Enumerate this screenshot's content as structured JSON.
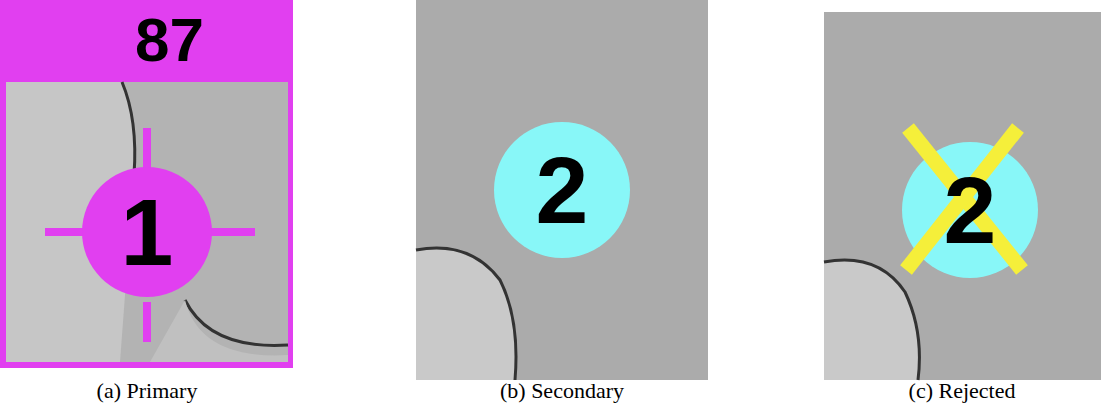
{
  "diagram": {
    "nodes": [
      {
        "text": [
          "87"
        ]
      },
      {
        "text": [
          "1"
        ],
        "in": 0
      },
      {
        "text": [
          "2"
        ]
      },
      {
        "text": [
          "2"
        ]
      }
    ],
    "labels": [
      "(a) Primary",
      "(b) Secondary",
      "(c) Rejected"
    ]
  }
}
